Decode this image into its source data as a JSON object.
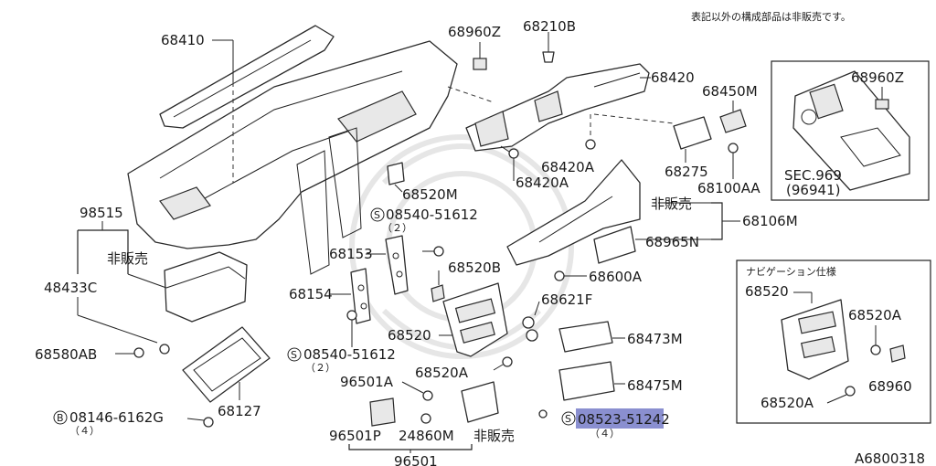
{
  "header_note": "表記以外の構成部品は非販売です。",
  "figure_code": "A6800318",
  "parts": {
    "p68410": "68410",
    "p68960Z": "68960Z",
    "p68210B": "68210B",
    "p68420": "68420",
    "p68450M": "68450M",
    "p68420A_1": "68420A",
    "p68420A_2": "68420A",
    "p68275": "68275",
    "p68100AA": "68100AA",
    "p68520M": "68520M",
    "p68106M": "68106M",
    "p68965N": "68965N",
    "p98515": "98515",
    "p48433C": "48433C",
    "p68580AB": "68580AB",
    "p68127": "68127",
    "p68153": "68153",
    "p68154": "68154",
    "p68520B": "68520B",
    "p68600A": "68600A",
    "p68621F": "68621F",
    "p68520": "68520",
    "p68473M": "68473M",
    "p68520A": "68520A",
    "p68475M": "68475M",
    "p96501A": "96501A",
    "p96501P": "96501P",
    "p24860M": "24860M",
    "p96501": "96501"
  },
  "fasteners": {
    "s1_code": "08540-51612",
    "s1_qty": "（２）",
    "s2_code": "08540-51612",
    "s2_qty": "（２）",
    "b1_code": "08146-6162G",
    "b1_qty": "（４）",
    "s3_code": "08523-51242",
    "s3_qty": "（４）",
    "s_mark": "S",
    "b_mark": "B"
  },
  "not_sold": {
    "n1": "非販売",
    "n2": "非販売",
    "n3": "非販売"
  },
  "inset_top": {
    "label_part": "68960Z",
    "sec_ref": "SEC.969",
    "sec_sub": "(96941)"
  },
  "inset_nav": {
    "title": "ナビゲーション仕様",
    "p68520": "68520",
    "p68520A_1": "68520A",
    "p68960": "68960",
    "p68520A_2": "68520A"
  },
  "highlight_color": "#8a8fd0"
}
